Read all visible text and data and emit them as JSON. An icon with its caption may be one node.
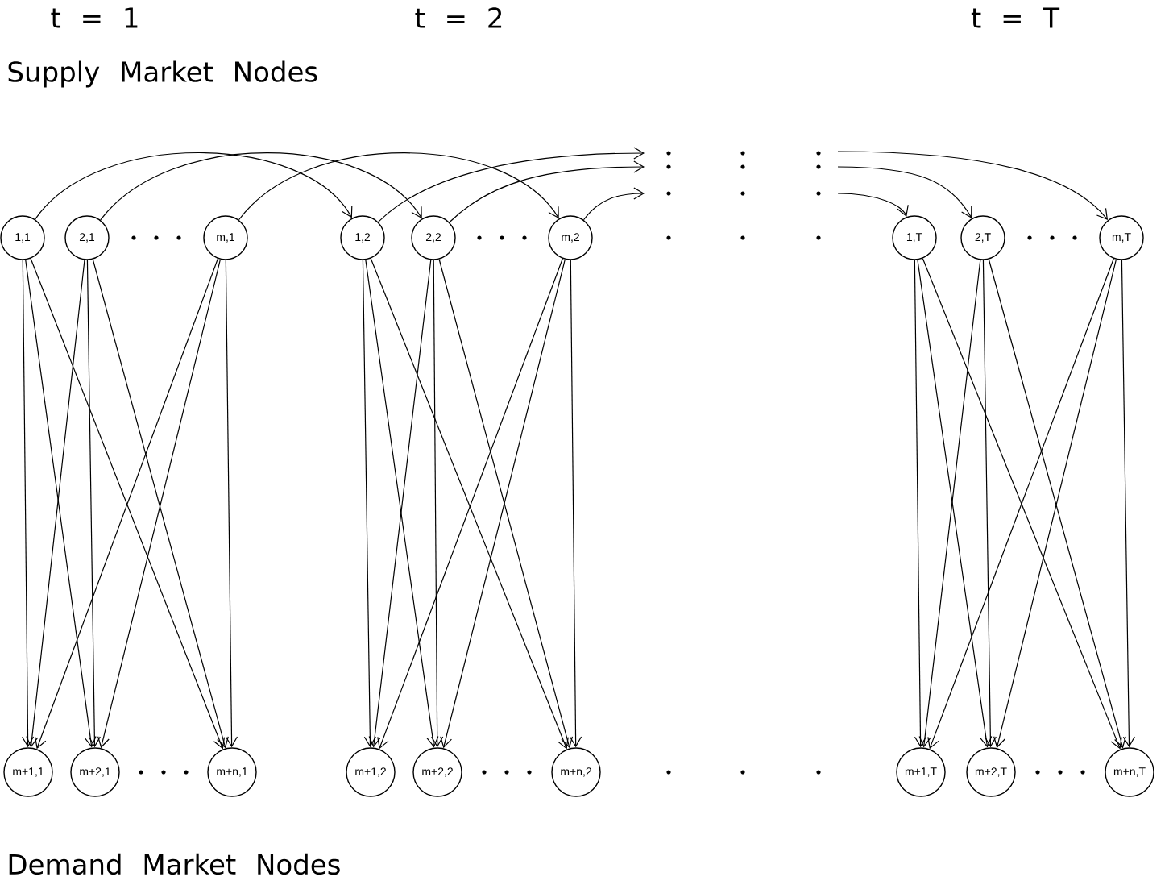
{
  "diagram": {
    "nodes": [
      {
        "text": [
          "1,1"
        ]
      },
      {
        "text": [
          "2,1"
        ]
      },
      {
        "text": [
          "m,1"
        ]
      },
      {
        "text": [
          "1,2"
        ]
      },
      {
        "text": [
          "2,2"
        ]
      },
      {
        "text": [
          "m,2"
        ]
      },
      {
        "text": [
          "1,T"
        ]
      },
      {
        "text": [
          "2,T"
        ]
      },
      {
        "text": [
          "m,T"
        ]
      },
      {
        "text": [
          "m+1,1"
        ]
      },
      {
        "text": [
          "m+2,1"
        ]
      },
      {
        "text": [
          "m+n,1"
        ]
      },
      {
        "text": [
          "m+1,2"
        ]
      },
      {
        "text": [
          "m+2,2"
        ]
      },
      {
        "text": [
          "m+n,2"
        ]
      },
      {
        "text": [
          "m+1,T"
        ]
      },
      {
        "text": [
          "m+2,T"
        ]
      },
      {
        "text": [
          "m+n,T"
        ]
      }
    ],
    "edges": [
      {
        "from": 0,
        "to": 9,
        "arrow": "to"
      },
      {
        "from": 0,
        "to": 10,
        "arrow": "to"
      },
      {
        "from": 0,
        "to": 11,
        "arrow": "to"
      },
      {
        "from": 1,
        "to": 9,
        "arrow": "to"
      },
      {
        "from": 1,
        "to": 10,
        "arrow": "to"
      },
      {
        "from": 1,
        "to": 11,
        "arrow": "to"
      },
      {
        "from": 2,
        "to": 9,
        "arrow": "to"
      },
      {
        "from": 2,
        "to": 10,
        "arrow": "to"
      },
      {
        "from": 2,
        "to": 11,
        "arrow": "to"
      },
      {
        "from": 3,
        "to": 12,
        "arrow": "to"
      },
      {
        "from": 3,
        "to": 13,
        "arrow": "to"
      },
      {
        "from": 3,
        "to": 14,
        "arrow": "to"
      },
      {
        "from": 4,
        "to": 12,
        "arrow": "to"
      },
      {
        "from": 4,
        "to": 13,
        "arrow": "to"
      },
      {
        "from": 4,
        "to": 14,
        "arrow": "to"
      },
      {
        "from": 5,
        "to": 12,
        "arrow": "to"
      },
      {
        "from": 5,
        "to": 13,
        "arrow": "to"
      },
      {
        "from": 5,
        "to": 14,
        "arrow": "to"
      },
      {
        "from": 6,
        "to": 15,
        "arrow": "to"
      },
      {
        "from": 6,
        "to": 16,
        "arrow": "to"
      },
      {
        "from": 6,
        "to": 17,
        "arrow": "to"
      },
      {
        "from": 7,
        "to": 15,
        "arrow": "to"
      },
      {
        "from": 7,
        "to": 16,
        "arrow": "to"
      },
      {
        "from": 7,
        "to": 17,
        "arrow": "to"
      },
      {
        "from": 8,
        "to": 15,
        "arrow": "to"
      },
      {
        "from": 8,
        "to": 16,
        "arrow": "to"
      },
      {
        "from": 8,
        "to": 17,
        "arrow": "to"
      },
      {
        "from": 0,
        "to": 3,
        "arrow": "to"
      },
      {
        "from": 1,
        "to": 4,
        "arrow": "to"
      },
      {
        "from": 2,
        "to": 5,
        "arrow": "to"
      },
      {
        "from": 3,
        "to": null,
        "arrow": "to"
      },
      {
        "from": 4,
        "to": null,
        "arrow": "to"
      },
      {
        "from": 5,
        "to": null,
        "arrow": "to"
      },
      {
        "from": null,
        "to": 6,
        "arrow": "to"
      },
      {
        "from": null,
        "to": 7,
        "arrow": "to"
      },
      {
        "from": null,
        "to": 8,
        "arrow": "to"
      }
    ],
    "labels": [
      "t = 1",
      "t = 2",
      "t = T",
      "Supply Market Nodes",
      "Demand Market Nodes"
    ]
  }
}
